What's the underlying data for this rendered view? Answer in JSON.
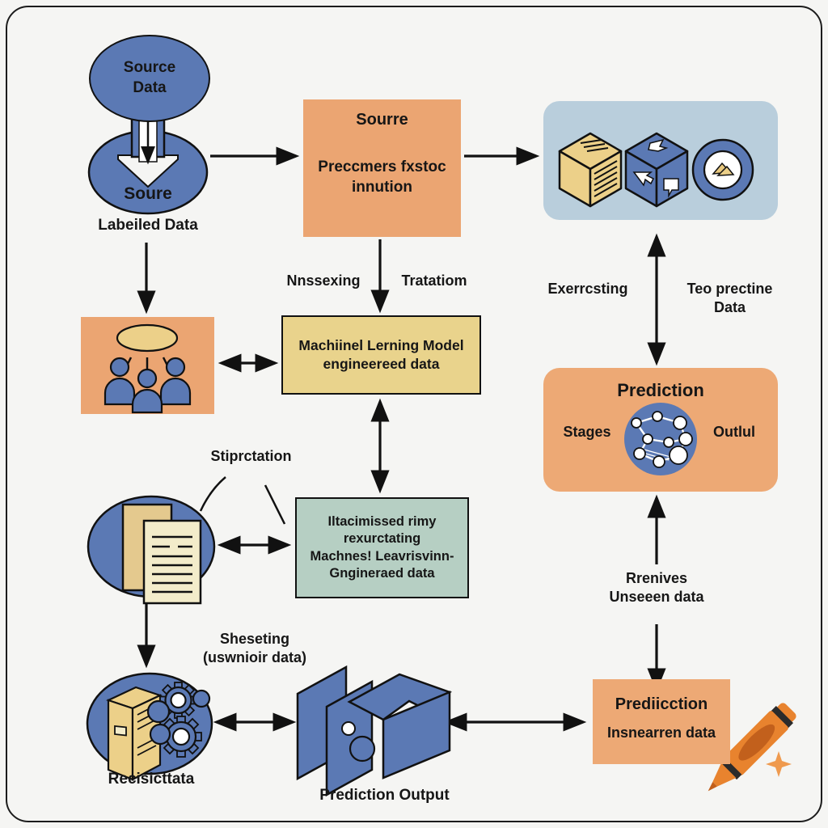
{
  "colors": {
    "background": "#f5f5f3",
    "blue": "#5b79b4",
    "light_blue_panel": "#b9cedc",
    "orange_box": "#eba572",
    "orange_round": "#eda975",
    "yellow_box": "#e9d38c",
    "green_box": "#b6cfc3",
    "icon_yellow": "#ecd089",
    "page_cream": "#f3ecca",
    "page_tan": "#e4c98e",
    "crayon_orange": "#e8832e",
    "crayon_dark": "#c2601c",
    "sparkle_orange": "#ef9a4e",
    "ink": "#161616"
  },
  "funnel": {
    "top_label": "Source Data",
    "bottom_label": "Soure",
    "caption": "Labeiled Data"
  },
  "source_box": {
    "title": "Sourre",
    "body": "Preccmers fxstoc innution"
  },
  "flow_labels": {
    "preprocess_left": "Nnssexing",
    "preprocess_right": "Tratatiom",
    "extract_left": "Exerrcsting",
    "extract_right": "Teo prectine Data",
    "stiprctation": "Stiprctation",
    "renives_line1": "Rrenives",
    "renives_line2": "Unseeen data",
    "sheseting_line1": "Sheseting",
    "sheseting_line2": "(uswnioir data)"
  },
  "ml_box": {
    "line1": "Machiinel Lerning Model",
    "line2": "engineereed data"
  },
  "prediction_box": {
    "title": "Prediction",
    "left_label": "Stages",
    "right_label": "Outlul"
  },
  "green_box": {
    "line1": "Iltacimissed rimy",
    "line2": "rexurctating",
    "line3": "Machnes! Leavrisvinn-",
    "line4": "Gngineraed data"
  },
  "server_ellipse": {
    "caption": "Recisicttata"
  },
  "output_shape": {
    "caption": "Prediction Output"
  },
  "final_box": {
    "title": "Prediicction",
    "body": "Insnearren data"
  },
  "icons": {
    "panel_icons": [
      "data-cube-icon",
      "annotation-cube-icon",
      "target-ring-icon"
    ],
    "people_box": "team-discussion-icon",
    "docs_ellipse": "documents-icon",
    "server_ellipse": "server-gears-icon",
    "prediction_box": "network-graph-icon",
    "output": "abstract-3d-output-icon",
    "decor": [
      "crayon-icon",
      "sparkle-icon"
    ],
    "funnel": "funnel-icon"
  }
}
